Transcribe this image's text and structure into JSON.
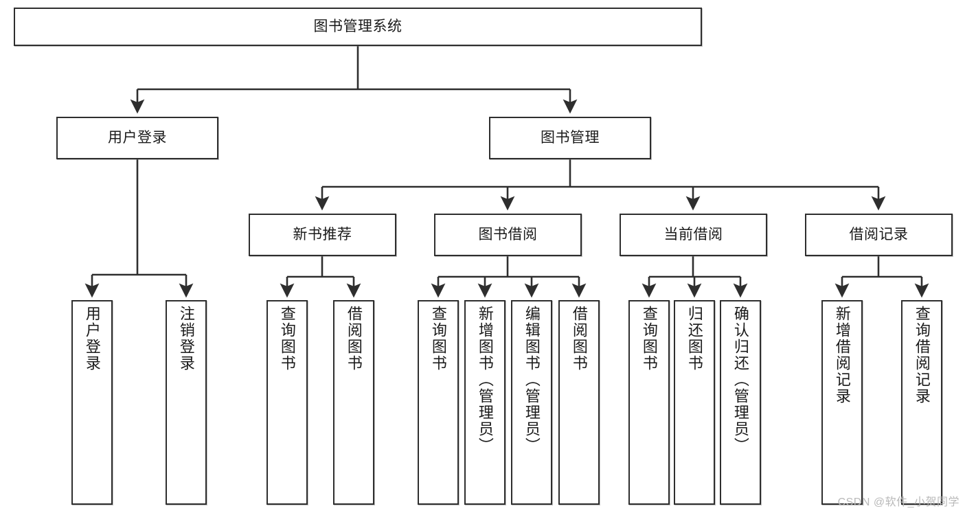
{
  "diagram": {
    "type": "tree-hierarchy",
    "title": "图书管理系统",
    "watermark": "CSDN @软件_小贺同学",
    "colors": {
      "box_border": "#2e2e2e",
      "box_fill": "#ffffff",
      "edge": "#2e2e2e",
      "text": "#1a1a1a",
      "watermark": "#b9b9b9"
    },
    "nodes": {
      "root": {
        "label": "图书管理系统",
        "level": 0,
        "orientation": "horizontal"
      },
      "l1": [
        {
          "id": "user-login",
          "label": "用户登录",
          "orientation": "horizontal"
        },
        {
          "id": "book-manage",
          "label": "图书管理",
          "orientation": "horizontal"
        }
      ],
      "l2": [
        {
          "id": "new-book-recommend",
          "label": "新书推荐",
          "parent": "book-manage",
          "orientation": "horizontal"
        },
        {
          "id": "book-borrow",
          "label": "图书借阅",
          "parent": "book-manage",
          "orientation": "horizontal"
        },
        {
          "id": "current-borrow",
          "label": "当前借阅",
          "parent": "book-manage",
          "orientation": "horizontal"
        },
        {
          "id": "borrow-record",
          "label": "借阅记录",
          "parent": "book-manage",
          "orientation": "horizontal"
        }
      ],
      "leaves": [
        {
          "id": "leaf-user-login",
          "label": "用户登录",
          "parent": "user-login",
          "orientation": "vertical"
        },
        {
          "id": "leaf-logout-login",
          "label": "注销登录",
          "parent": "user-login",
          "orientation": "vertical"
        },
        {
          "id": "leaf-query-book-1",
          "label": "查询图书",
          "parent": "new-book-recommend",
          "orientation": "vertical"
        },
        {
          "id": "leaf-borrow-book-1",
          "label": "借阅图书",
          "parent": "new-book-recommend",
          "orientation": "vertical"
        },
        {
          "id": "leaf-query-book-2",
          "label": "查询图书",
          "parent": "book-borrow",
          "orientation": "vertical"
        },
        {
          "id": "leaf-add-book",
          "label": "新增图书（管理员）",
          "parent": "book-borrow",
          "orientation": "vertical"
        },
        {
          "id": "leaf-edit-book",
          "label": "编辑图书（管理员）",
          "parent": "book-borrow",
          "orientation": "vertical"
        },
        {
          "id": "leaf-borrow-book-2",
          "label": "借阅图书",
          "parent": "book-borrow",
          "orientation": "vertical"
        },
        {
          "id": "leaf-query-book-3",
          "label": "查询图书",
          "parent": "current-borrow",
          "orientation": "vertical"
        },
        {
          "id": "leaf-return-book",
          "label": "归还图书",
          "parent": "current-borrow",
          "orientation": "vertical"
        },
        {
          "id": "leaf-confirm-return",
          "label": "确认归还（管理员）",
          "parent": "current-borrow",
          "orientation": "vertical"
        },
        {
          "id": "leaf-add-record",
          "label": "新增借阅记录",
          "parent": "borrow-record",
          "orientation": "vertical"
        },
        {
          "id": "leaf-query-record",
          "label": "查询借阅记录",
          "parent": "borrow-record",
          "orientation": "vertical"
        }
      ]
    }
  }
}
